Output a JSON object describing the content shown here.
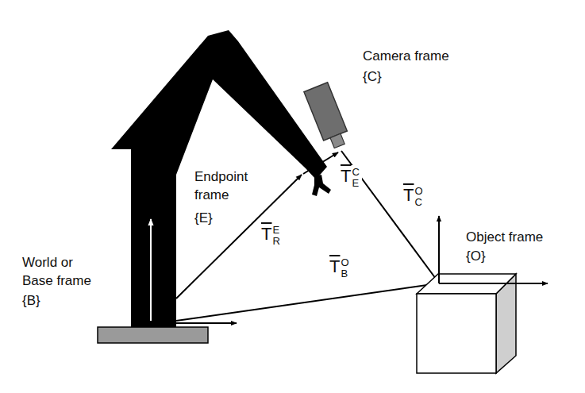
{
  "diagram": {
    "labels": [
      "Camera frame",
      "{C}",
      "Endpoint frame",
      "{E}",
      "World or Base frame",
      "{B}",
      "Object frame",
      "{O}",
      "TEC",
      "TCO",
      "TRE",
      "TBO"
    ]
  }
}
